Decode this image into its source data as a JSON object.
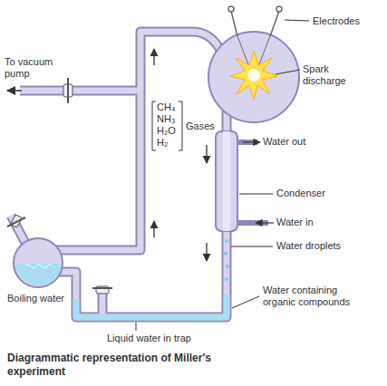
{
  "diagram": {
    "caption": "Diagrammatic representation of Miller's experiment",
    "labels": [
      "To vacuum pump",
      "Electrodes",
      "Spark discharge",
      "CH₄",
      "NH₃",
      "H₂O",
      "H₂",
      "Gases",
      "Water out",
      "Condenser",
      "Water in",
      "Water droplets",
      "Water containing organic compounds",
      "Boiling water",
      "Liquid water in trap"
    ]
  }
}
